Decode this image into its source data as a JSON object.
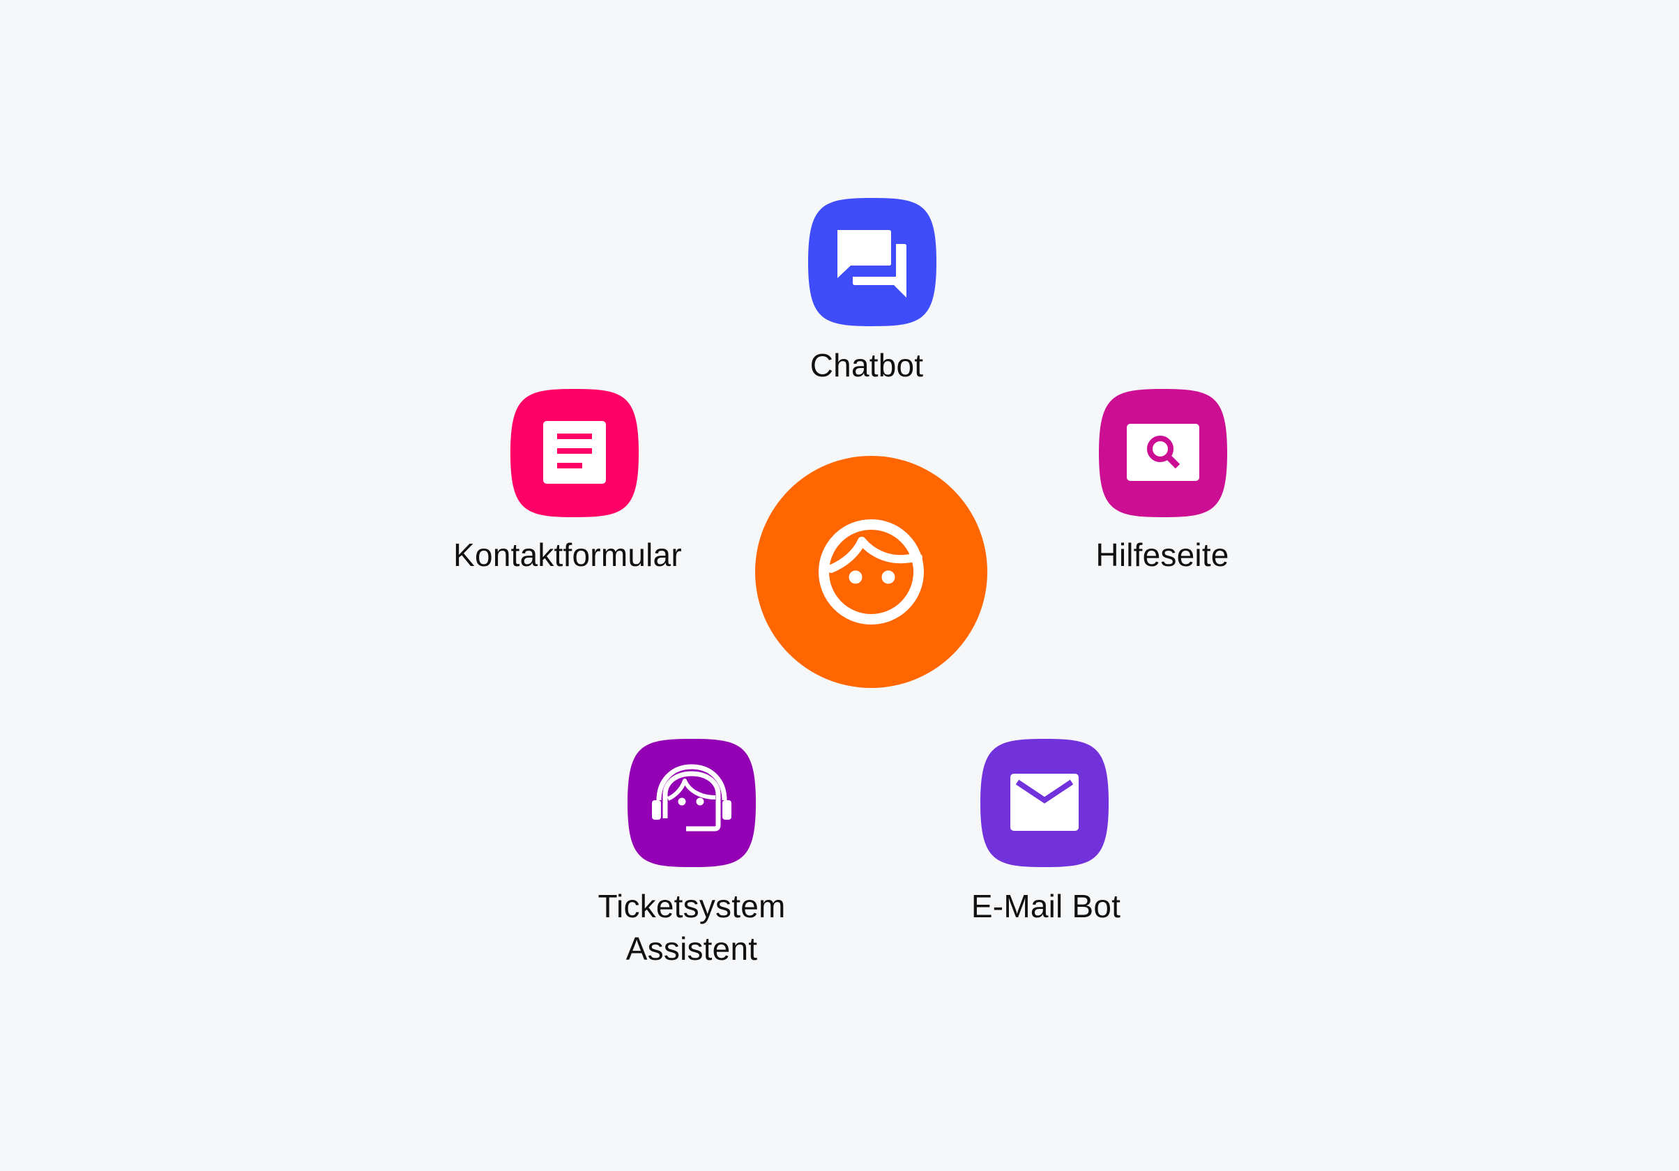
{
  "center": {
    "icon": "user-face-icon",
    "color": "#ff6600"
  },
  "channels": [
    {
      "id": "chatbot",
      "label": "Chatbot",
      "icon": "chat-bubbles-icon",
      "color": "#3f4cf9"
    },
    {
      "id": "hilfeseite",
      "label": "Hilfeseite",
      "icon": "search-page-icon",
      "color": "#cc0e93"
    },
    {
      "id": "email-bot",
      "label": "E-Mail Bot",
      "icon": "envelope-icon",
      "color": "#7232db"
    },
    {
      "id": "ticketsystem",
      "label_lines": [
        "Ticketsystem",
        "Assistent"
      ],
      "icon": "headset-agent-icon",
      "color": "#9400b3"
    },
    {
      "id": "kontaktformular",
      "label": "Kontaktformular",
      "icon": "form-document-icon",
      "color": "#ff0066"
    }
  ]
}
